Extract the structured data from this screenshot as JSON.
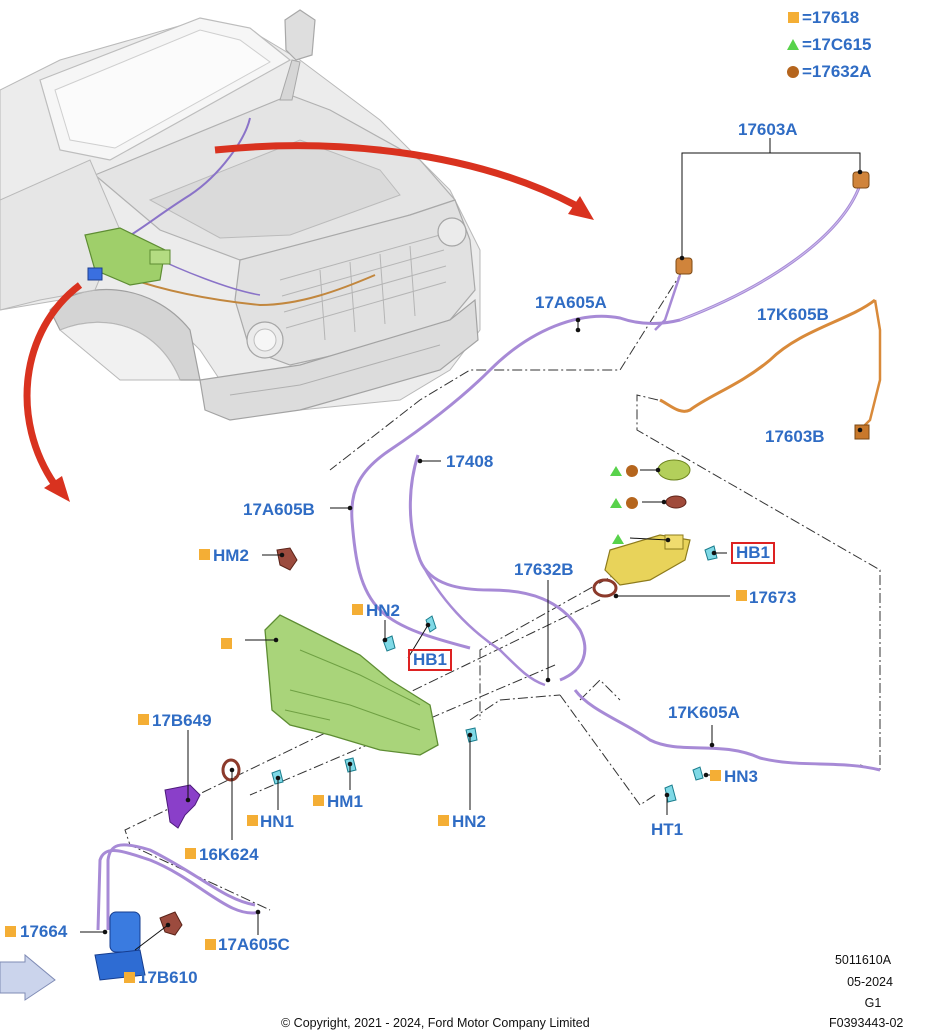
{
  "legend": [
    {
      "marker": "orange-square",
      "text": "=17618"
    },
    {
      "marker": "green-triangle",
      "text": "=17C615"
    },
    {
      "marker": "brown-circle",
      "text": "=17632A"
    }
  ],
  "colors": {
    "label_blue": "#2f6cc4",
    "arrow_red": "#d9321f",
    "square_orange": "#f4ae35",
    "triangle_green": "#58d24b",
    "circle_brown": "#b5651d",
    "hose_purple": "#a78ad6",
    "harness_orange": "#d98a3a",
    "reservoir_green": "#a9d47a",
    "pump_blue": "#3a7be0",
    "highlight_red": "#d22222"
  },
  "labels": {
    "l17603A_top": "17603A",
    "l17A605A": "17A605A",
    "l17K605B": "17K605B",
    "l17603B": "17603B",
    "l17408": "17408",
    "l17A605B": "17A605B",
    "lHB1_right": "HB1",
    "l17632B": "17632B",
    "l17673": "17673",
    "lHM2": "HM2",
    "lHN2_top": "HN2",
    "lHB1_mid": "HB1",
    "l17B649": "17B649",
    "lHN1": "HN1",
    "lHM1": "HM1",
    "lHN2_bottom": "HN2",
    "l16K624": "16K624",
    "l17K605A": "17K605A",
    "lHN3": "HN3",
    "lHT1": "HT1",
    "l17664": "17664",
    "l17A605C": "17A605C",
    "l17B610": "17B610"
  },
  "info": {
    "code1": "5011610A",
    "date": "05-2024",
    "grade": "G1",
    "figure": "F0393443-02",
    "copyright": "© Copyright, 2021 - 2024, Ford Motor Company Limited"
  }
}
